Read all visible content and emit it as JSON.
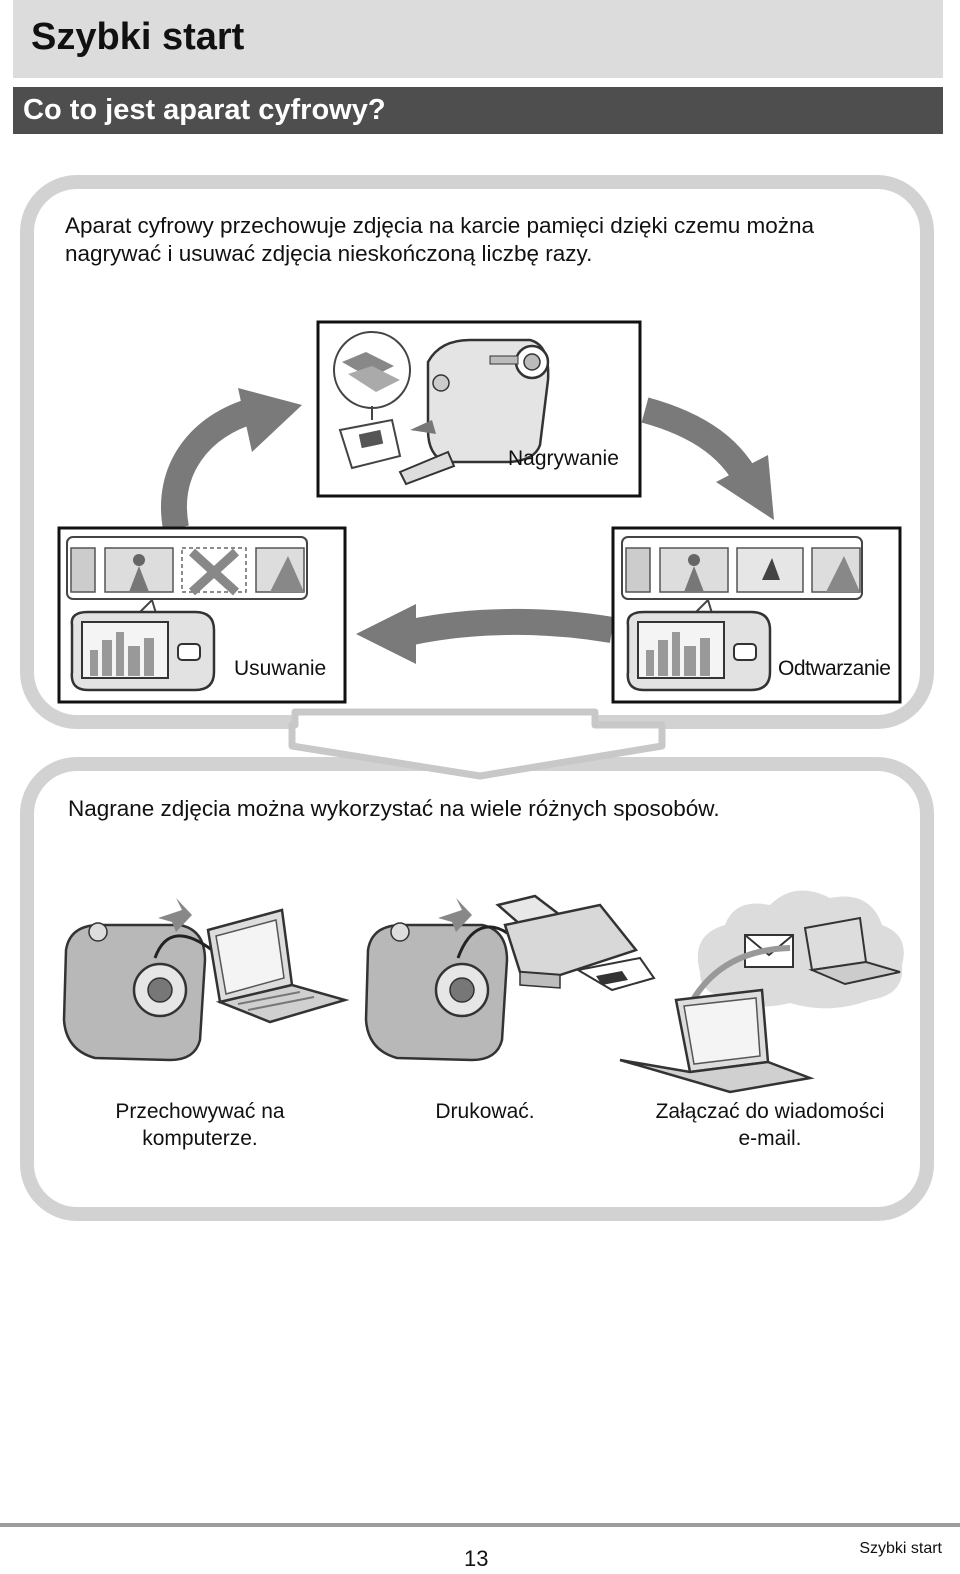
{
  "header": {
    "title": "Szybki start",
    "section_title": "Co to jest aparat cyfrowy?"
  },
  "intro_text": "Aparat cyfrowy przechowuje zdjęcia na karcie pamięci dzięki czemu można nagrywać i usuwać zdjęcia nieskończoną liczbę razy.",
  "cycle": {
    "record_label": "Nagrywanie",
    "delete_label": "Usuwanie",
    "playback_label": "Odtwarzanie"
  },
  "uses": {
    "intro": "Nagrane zdjęcia można wykorzystać na wiele różnych sposobów.",
    "items": [
      {
        "label_line1": "Przechowywać na",
        "label_line2": "komputerze."
      },
      {
        "label_line1": "Drukować.",
        "label_line2": ""
      },
      {
        "label_line1": "Załączać do wiadomości",
        "label_line2": "e-mail."
      }
    ]
  },
  "footer": {
    "page_number": "13",
    "section": "Szybki start"
  },
  "colors": {
    "title_bar": "#dcdcdc",
    "section_bar": "#4e4e4e",
    "panel_border": "#d2d2d2",
    "arrow": "#7a7a7a"
  },
  "icons": [
    "camera-icon",
    "memory-card-icon",
    "laptop-icon",
    "printer-icon",
    "envelope-icon",
    "cloud-icon",
    "arrow-icon"
  ]
}
